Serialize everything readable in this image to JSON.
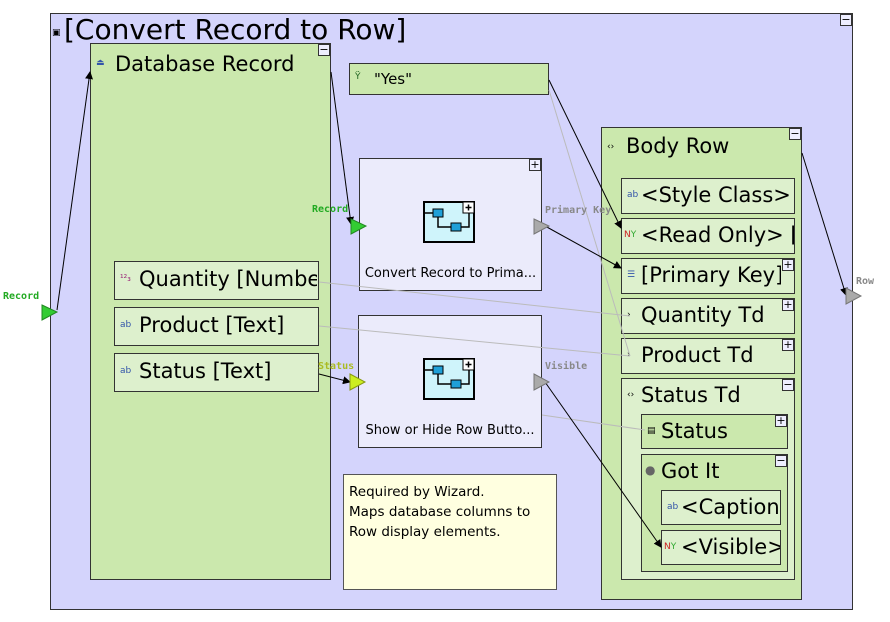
{
  "diagram": {
    "title": "[Convert Record to Row]",
    "input_port": "Record",
    "output_port": "Row",
    "database_record": {
      "title": "Database Record",
      "fields": [
        {
          "label": "Quantity [Numbe",
          "icon": "number-icon"
        },
        {
          "label": "Product [Text]",
          "icon": "text-icon"
        },
        {
          "label": "Status [Text]",
          "icon": "text-icon"
        }
      ]
    },
    "constant": {
      "label": "\"Yes\"",
      "icon": "yes-no-icon"
    },
    "convert_process": {
      "label": "Convert Record to Prima...",
      "in_port": "Record",
      "out_port": "Primary Key"
    },
    "show_hide_process": {
      "label": "Show or Hide Row Butto...",
      "in_port": "Status",
      "out_port": "Visible"
    },
    "note": {
      "lines": [
        "Required by Wizard.",
        "Maps database columns to",
        "Row display elements."
      ]
    },
    "body_row": {
      "title": "Body Row",
      "items": [
        "<Style Class>",
        "<Read Only> [",
        "[Primary Key]",
        "Quantity Td",
        "Product Td"
      ],
      "status_td": {
        "title": "Status Td",
        "status": "Status",
        "got_it": {
          "title": "Got It",
          "caption": "<Caption]",
          "visible": "<Visible>"
        }
      }
    },
    "colors": {
      "canvas": "#d4d4fc",
      "container": "#cbe8ad",
      "field": "#ddf0cd",
      "process": "#ebebfb",
      "note": "#ffffe0",
      "port_green": "#33cc33",
      "port_yellow": "#ccee22",
      "port_grey": "#aaaaaa"
    }
  }
}
